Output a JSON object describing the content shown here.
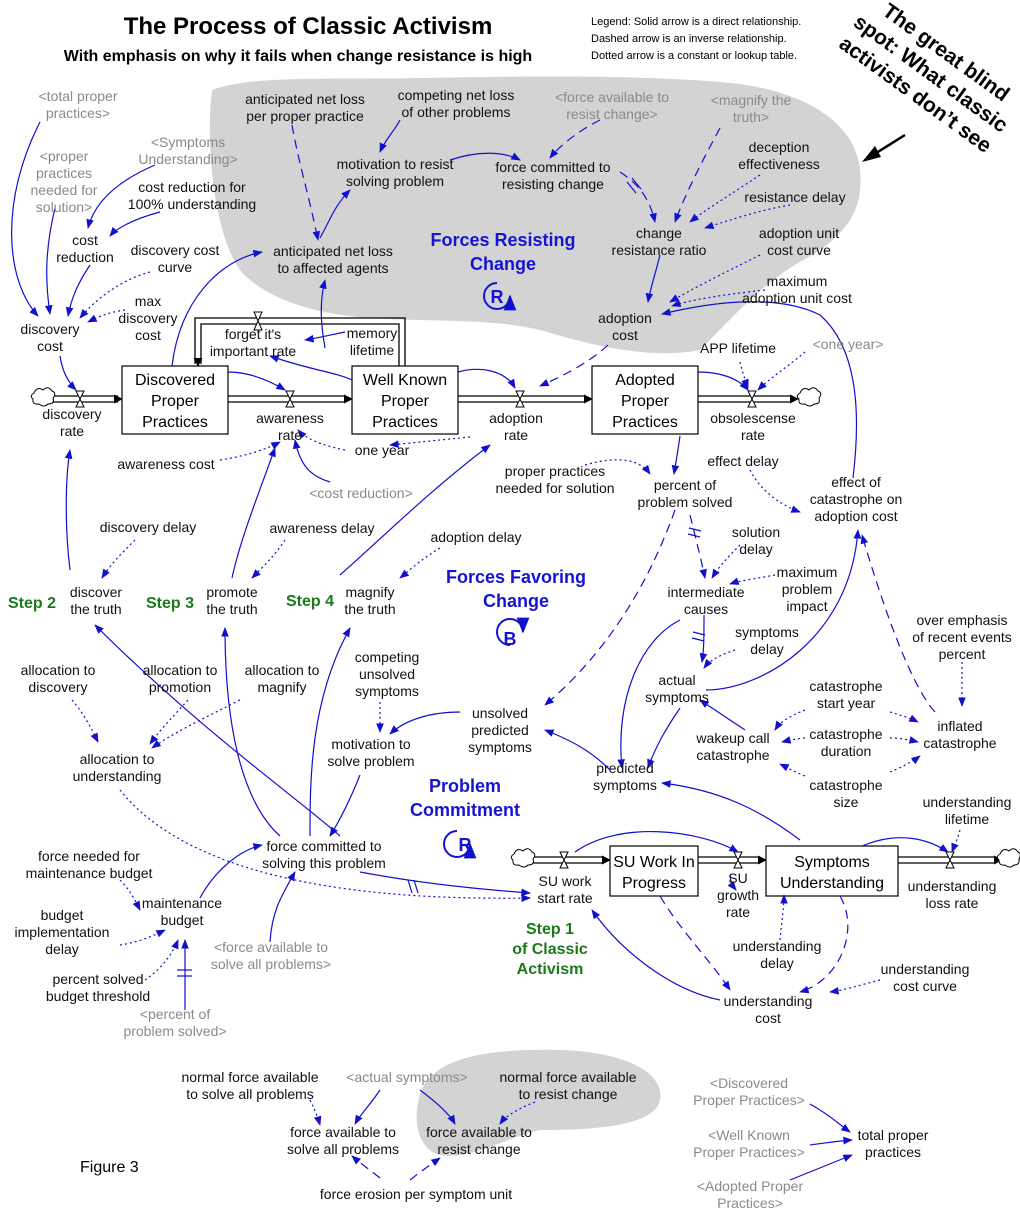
{
  "title": "The Process of Classic Activism",
  "subtitle": "With emphasis on why it fails when change resistance is high",
  "legend": [
    "Legend: Solid arrow is a direct relationship.",
    "Dashed arrow is an inverse relationship.",
    "Dotted arrow is a constant or lookup table."
  ],
  "blind_spot": [
    "The great blind",
    "spot: What classic",
    "activists don’t see"
  ],
  "figure_label": "Figure 3",
  "colors": {
    "link": "#1111cc",
    "loop": "#1414d2",
    "step": "#1a7a1a",
    "ghost": "#8a8a8a",
    "cloud": "#d3d3d3"
  },
  "stocks": [
    {
      "id": "discovered",
      "lines": [
        "Discovered",
        "Proper",
        "Practices"
      ]
    },
    {
      "id": "wellknown",
      "lines": [
        "Well Known",
        "Proper",
        "Practices"
      ]
    },
    {
      "id": "adopted",
      "lines": [
        "Adopted",
        "Proper",
        "Practices"
      ]
    },
    {
      "id": "suwip",
      "lines": [
        "SU Work In",
        "Progress"
      ]
    },
    {
      "id": "su",
      "lines": [
        "Symptoms",
        "Understanding"
      ]
    }
  ],
  "loops": [
    {
      "id": "resist",
      "label": [
        "Forces Resisting",
        "Change"
      ],
      "symbol": "R"
    },
    {
      "id": "favor",
      "label": [
        "Forces Favoring",
        "Change"
      ],
      "symbol": "B"
    },
    {
      "id": "commit",
      "label": [
        "Problem",
        "Commitment"
      ],
      "symbol": "R"
    }
  ],
  "steps": [
    {
      "id": "s1",
      "lines": [
        "Step 1",
        "of Classic",
        "Activism"
      ]
    },
    {
      "id": "s2",
      "lines": [
        "Step 2"
      ]
    },
    {
      "id": "s3",
      "lines": [
        "Step 3"
      ]
    },
    {
      "id": "s4",
      "lines": [
        "Step 4"
      ]
    }
  ],
  "variables": [
    {
      "id": "total_pp_shadow",
      "lines": [
        "<total proper",
        "practices>"
      ],
      "ghost": true
    },
    {
      "id": "pp_needed_solution_shadow",
      "lines": [
        "<proper",
        "practices",
        "needed for",
        "solution>"
      ],
      "ghost": true
    },
    {
      "id": "symptoms_und_shadow",
      "lines": [
        "<Symptoms",
        "Understanding>"
      ],
      "ghost": true
    },
    {
      "id": "cost_red_100",
      "lines": [
        "cost reduction for",
        "100% understanding"
      ]
    },
    {
      "id": "cost_reduction",
      "lines": [
        "cost",
        "reduction"
      ]
    },
    {
      "id": "discovery_cost_curve",
      "lines": [
        "discovery cost",
        "curve"
      ]
    },
    {
      "id": "max_discovery_cost",
      "lines": [
        "max",
        "discovery",
        "cost"
      ]
    },
    {
      "id": "discovery_cost",
      "lines": [
        "discovery",
        "cost"
      ]
    },
    {
      "id": "anticipated_net_loss_pp",
      "lines": [
        "anticipated net loss",
        "per proper practice"
      ]
    },
    {
      "id": "competing_net_loss",
      "lines": [
        "competing net loss",
        "of other problems"
      ]
    },
    {
      "id": "force_avail_resist_shadow",
      "lines": [
        "<force available to",
        "resist change>"
      ],
      "ghost": true
    },
    {
      "id": "magnify_truth_shadow",
      "lines": [
        "<magnify the",
        "truth>"
      ],
      "ghost": true
    },
    {
      "id": "motivation_resist",
      "lines": [
        "motivation to resist",
        "solving problem"
      ]
    },
    {
      "id": "force_committed_resist",
      "lines": [
        "force committed to",
        "resisting change"
      ]
    },
    {
      "id": "deception_eff",
      "lines": [
        "deception",
        "effectiveness"
      ]
    },
    {
      "id": "resistance_delay",
      "lines": [
        "resistance delay"
      ]
    },
    {
      "id": "change_resistance_ratio",
      "lines": [
        "change",
        "resistance ratio"
      ]
    },
    {
      "id": "anticipated_net_loss_agents",
      "lines": [
        "anticipated net loss",
        "to affected agents"
      ]
    },
    {
      "id": "adoption_unit_cost_curve",
      "lines": [
        "adoption unit",
        "cost curve"
      ]
    },
    {
      "id": "max_adoption_unit_cost",
      "lines": [
        "maximum",
        "adoption unit cost"
      ]
    },
    {
      "id": "adoption_cost",
      "lines": [
        "adoption",
        "cost"
      ]
    },
    {
      "id": "forget_rate",
      "lines": [
        "forget it's",
        "important rate"
      ]
    },
    {
      "id": "memory_lifetime",
      "lines": [
        "memory",
        "lifetime"
      ]
    },
    {
      "id": "app_lifetime",
      "lines": [
        "APP lifetime"
      ]
    },
    {
      "id": "one_year_shadow",
      "lines": [
        "<one year>"
      ],
      "ghost": true
    },
    {
      "id": "discovery_rate",
      "lines": [
        "discovery",
        "rate"
      ]
    },
    {
      "id": "awareness_rate",
      "lines": [
        "awareness",
        "rate"
      ]
    },
    {
      "id": "adoption_rate",
      "lines": [
        "adoption",
        "rate"
      ]
    },
    {
      "id": "obsolescence_rate",
      "lines": [
        "obsolescense",
        "rate"
      ]
    },
    {
      "id": "one_year",
      "lines": [
        "one year"
      ]
    },
    {
      "id": "awareness_cost",
      "lines": [
        "awareness cost"
      ]
    },
    {
      "id": "cost_reduction_shadow",
      "lines": [
        "<cost reduction>"
      ],
      "ghost": true
    },
    {
      "id": "pp_needed_solution",
      "lines": [
        "proper practices",
        "needed for solution"
      ]
    },
    {
      "id": "effect_delay",
      "lines": [
        "effect delay"
      ]
    },
    {
      "id": "percent_solved",
      "lines": [
        "percent of",
        "problem solved"
      ]
    },
    {
      "id": "effect_catastrophe",
      "lines": [
        "effect of",
        "catastrophe on",
        "adoption cost"
      ]
    },
    {
      "id": "discovery_delay",
      "lines": [
        "discovery delay"
      ]
    },
    {
      "id": "awareness_delay",
      "lines": [
        "awareness delay"
      ]
    },
    {
      "id": "adoption_delay",
      "lines": [
        "adoption delay"
      ]
    },
    {
      "id": "solution_delay",
      "lines": [
        "solution",
        "delay"
      ]
    },
    {
      "id": "discover_truth",
      "lines": [
        "discover",
        "the truth"
      ]
    },
    {
      "id": "promote_truth",
      "lines": [
        "promote",
        "the truth"
      ]
    },
    {
      "id": "magnify_truth",
      "lines": [
        "magnify",
        "the truth"
      ]
    },
    {
      "id": "intermediate_causes",
      "lines": [
        "intermediate",
        "causes"
      ]
    },
    {
      "id": "max_problem_impact",
      "lines": [
        "maximum",
        "problem",
        "impact"
      ]
    },
    {
      "id": "over_emphasis",
      "lines": [
        "over emphasis",
        "of recent events",
        "percent"
      ]
    },
    {
      "id": "symptoms_delay",
      "lines": [
        "symptoms",
        "delay"
      ]
    },
    {
      "id": "alloc_discovery",
      "lines": [
        "allocation to",
        "discovery"
      ]
    },
    {
      "id": "alloc_promotion",
      "lines": [
        "allocation to",
        "promotion"
      ]
    },
    {
      "id": "alloc_magnify",
      "lines": [
        "allocation to",
        "magnify"
      ]
    },
    {
      "id": "competing_unsolved",
      "lines": [
        "competing",
        "unsolved",
        "symptoms"
      ]
    },
    {
      "id": "actual_symptoms",
      "lines": [
        "actual",
        "symptoms"
      ]
    },
    {
      "id": "catastrophe_start",
      "lines": [
        "catastrophe",
        "start year"
      ]
    },
    {
      "id": "unsolved_predicted",
      "lines": [
        "unsolved",
        "predicted",
        "symptoms"
      ]
    },
    {
      "id": "inflated_catastrophe",
      "lines": [
        "inflated",
        "catastrophe"
      ]
    },
    {
      "id": "wakeup_catastrophe",
      "lines": [
        "wakeup call",
        "catastrophe"
      ]
    },
    {
      "id": "catastrophe_duration",
      "lines": [
        "catastrophe",
        "duration"
      ]
    },
    {
      "id": "alloc_understanding",
      "lines": [
        "allocation to",
        "understanding"
      ]
    },
    {
      "id": "motivation_solve",
      "lines": [
        "motivation to",
        "solve problem"
      ]
    },
    {
      "id": "predicted_symptoms",
      "lines": [
        "predicted",
        "symptoms"
      ]
    },
    {
      "id": "catastrophe_size",
      "lines": [
        "catastrophe",
        "size"
      ]
    },
    {
      "id": "understanding_lifetime",
      "lines": [
        "understanding",
        "lifetime"
      ]
    },
    {
      "id": "force_committed_solving",
      "lines": [
        "force committed to",
        "solving this problem"
      ]
    },
    {
      "id": "force_needed_maint",
      "lines": [
        "force needed for",
        "maintenance budget"
      ]
    },
    {
      "id": "maintenance_budget",
      "lines": [
        "maintenance",
        "budget"
      ]
    },
    {
      "id": "su_work_start",
      "lines": [
        "SU work",
        "start rate"
      ]
    },
    {
      "id": "su_growth",
      "lines": [
        "SU",
        "growth",
        "rate"
      ]
    },
    {
      "id": "understanding_loss",
      "lines": [
        "understanding",
        "loss rate"
      ]
    },
    {
      "id": "budget_impl_delay",
      "lines": [
        "budget",
        "implementation",
        "delay"
      ]
    },
    {
      "id": "force_avail_solve_shadow",
      "lines": [
        "<force available to",
        "solve all problems>"
      ],
      "ghost": true
    },
    {
      "id": "understanding_delay",
      "lines": [
        "understanding",
        "delay"
      ]
    },
    {
      "id": "understanding_cost_curve",
      "lines": [
        "understanding",
        "cost curve"
      ]
    },
    {
      "id": "percent_solved_budget",
      "lines": [
        "percent solved",
        "budget threshold"
      ]
    },
    {
      "id": "understanding_cost",
      "lines": [
        "understanding",
        "cost"
      ]
    },
    {
      "id": "percent_solved_shadow",
      "lines": [
        "<percent of",
        "problem solved>"
      ],
      "ghost": true
    },
    {
      "id": "normal_force_solve",
      "lines": [
        "normal force available",
        "to solve all problems"
      ]
    },
    {
      "id": "actual_symptoms_shadow",
      "lines": [
        "<actual symptoms>"
      ],
      "ghost": true
    },
    {
      "id": "normal_force_resist",
      "lines": [
        "normal force available",
        "to resist change"
      ]
    },
    {
      "id": "force_avail_solve",
      "lines": [
        "force available to",
        "solve all problems"
      ]
    },
    {
      "id": "force_avail_resist",
      "lines": [
        "force available to",
        "resist change"
      ]
    },
    {
      "id": "force_erosion",
      "lines": [
        "force erosion per symptom unit"
      ]
    },
    {
      "id": "discovered_shadow",
      "lines": [
        "<Discovered",
        "Proper Practices>"
      ],
      "ghost": true
    },
    {
      "id": "wellknown_shadow",
      "lines": [
        "<Well Known",
        "Proper Practices>"
      ],
      "ghost": true
    },
    {
      "id": "adopted_shadow",
      "lines": [
        "<Adopted Proper",
        "Practices>"
      ],
      "ghost": true
    },
    {
      "id": "total_pp",
      "lines": [
        "total proper",
        "practices"
      ]
    }
  ]
}
